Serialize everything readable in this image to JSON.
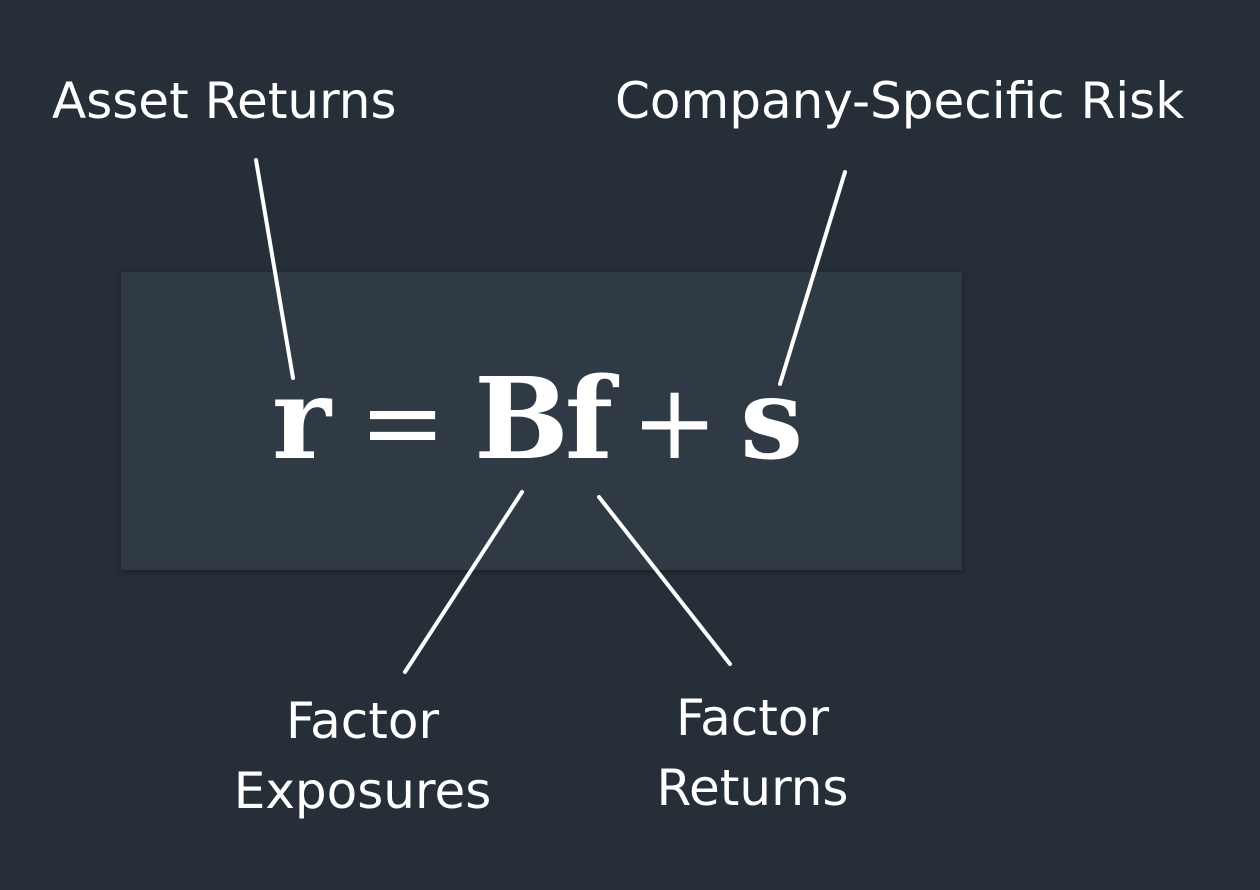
{
  "equation": {
    "asset_returns_symbol": "r",
    "equals": "=",
    "factor_term": "Bf",
    "plus": "+",
    "specific_symbol": "s"
  },
  "labels": {
    "asset_returns": "Asset Returns",
    "company_specific_risk": "Company-Specific Risk",
    "factor_exposures": [
      "Factor",
      "Exposures"
    ],
    "factor_returns": [
      "Factor",
      "Returns"
    ]
  },
  "colors": {
    "background": "#262f38",
    "equation_box": "#2f3a45",
    "text": "#ffffff",
    "connector": "#ffffff"
  }
}
